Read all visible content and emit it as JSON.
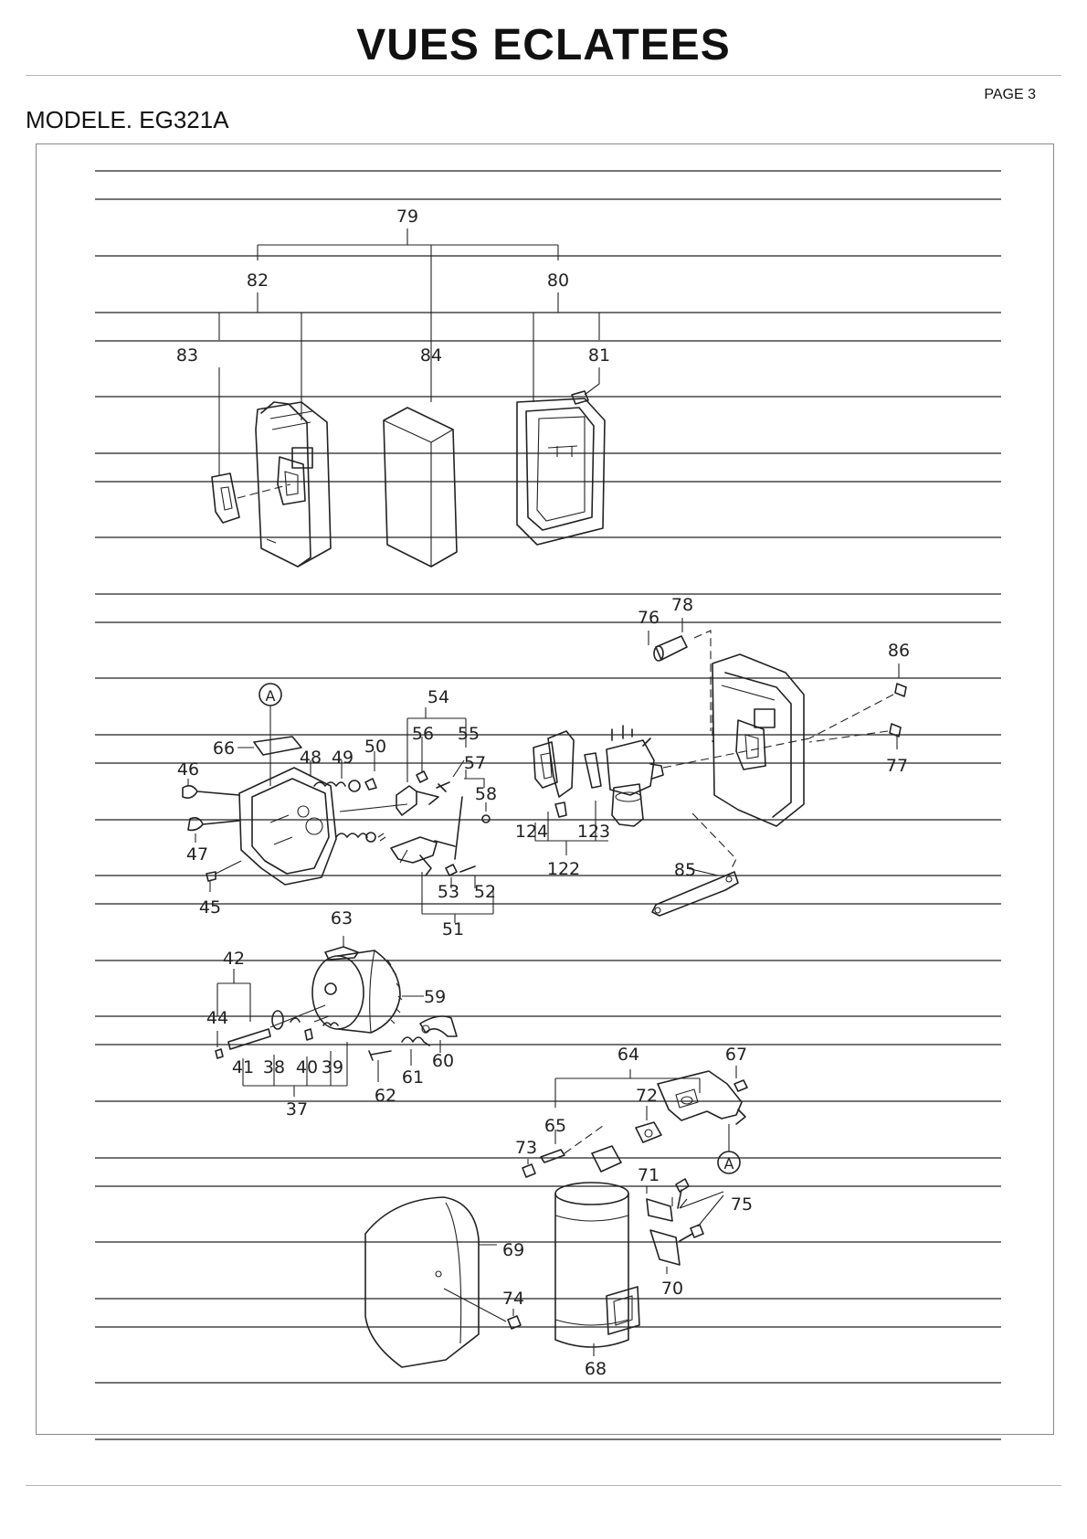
{
  "header": {
    "title": "VUES ECLATEES",
    "page_label": "PAGE 3",
    "model_label": "MODELE. EG321A"
  },
  "diagram": {
    "callouts": {
      "c79": "79",
      "c82": "82",
      "c80": "80",
      "c83": "83",
      "c84": "84",
      "c81": "81",
      "c78": "78",
      "c76": "76",
      "c86": "86",
      "c77": "77",
      "c54": "54",
      "c56": "56",
      "c55": "55",
      "c57": "57",
      "c58": "58",
      "c66": "66",
      "c48": "48",
      "c49": "49",
      "c50": "50",
      "c46": "46",
      "c47": "47",
      "c45": "45",
      "c124": "124",
      "c123": "123",
      "c122": "122",
      "c85": "85",
      "c53": "53",
      "c52": "52",
      "c51": "51",
      "c63": "63",
      "c42": "42",
      "c44": "44",
      "c59": "59",
      "c41": "41",
      "c38": "38",
      "c40": "40",
      "c39": "39",
      "c37": "37",
      "c62": "62",
      "c61": "61",
      "c60": "60",
      "c64": "64",
      "c67": "67",
      "c72": "72",
      "c65": "65",
      "c73": "73",
      "c71": "71",
      "c75": "75",
      "c69": "69",
      "c70": "70",
      "c74": "74",
      "c68": "68",
      "refA1": "A",
      "refA2": "A"
    }
  }
}
